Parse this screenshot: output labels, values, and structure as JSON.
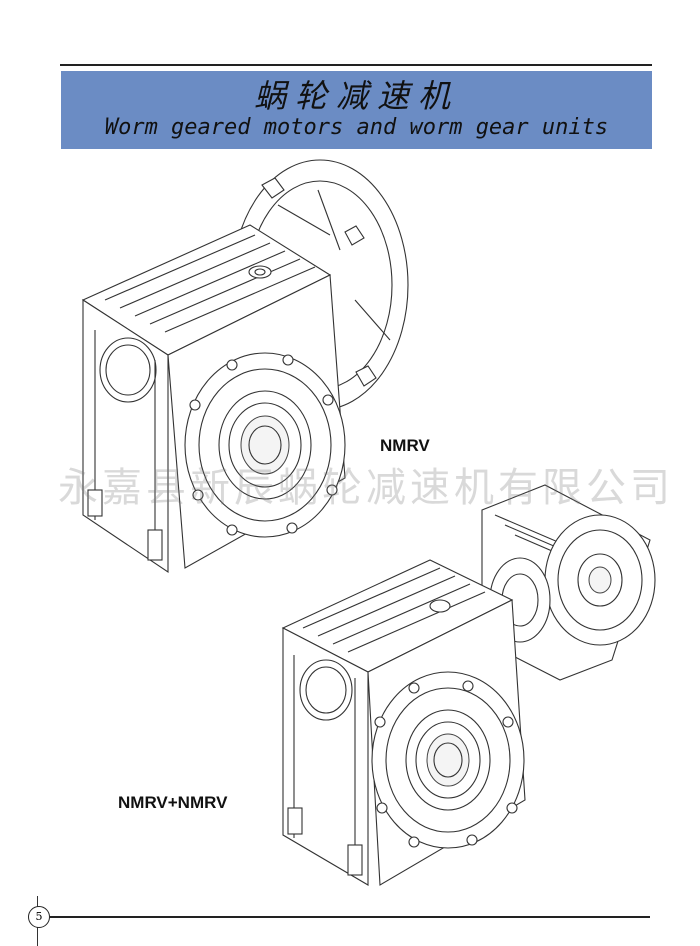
{
  "header": {
    "title_cn": "蜗轮减速机",
    "title_en": "Worm geared motors and worm gear units",
    "banner_color": "#6b8cc4"
  },
  "figures": {
    "single_label": "NMRV",
    "combo_label": "NMRV+NMRV"
  },
  "watermark": {
    "text": "永嘉县新辰蜗轮减速机有限公司"
  },
  "footer": {
    "page_number": "5"
  }
}
